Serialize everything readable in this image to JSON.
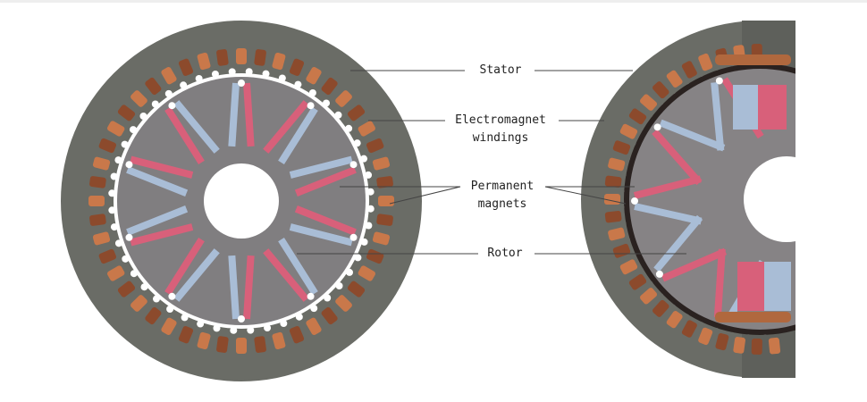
{
  "labels": {
    "stator": "Stator",
    "windings_line1": "Electromagnet",
    "windings_line2": "windings",
    "magnets_line1": "Permanent",
    "magnets_line2": "magnets",
    "rotor": "Rotor"
  },
  "colors": {
    "stator": "#6a6c66",
    "winding": "#8c4a2c",
    "winding_light": "#c9784a",
    "rotor": "#807e80",
    "magnet_pink": "#d8607a",
    "magnet_blue": "#a9bdd6",
    "leader": "#444444"
  },
  "rotor_magnet_pairs": 10,
  "winding_count": 48
}
